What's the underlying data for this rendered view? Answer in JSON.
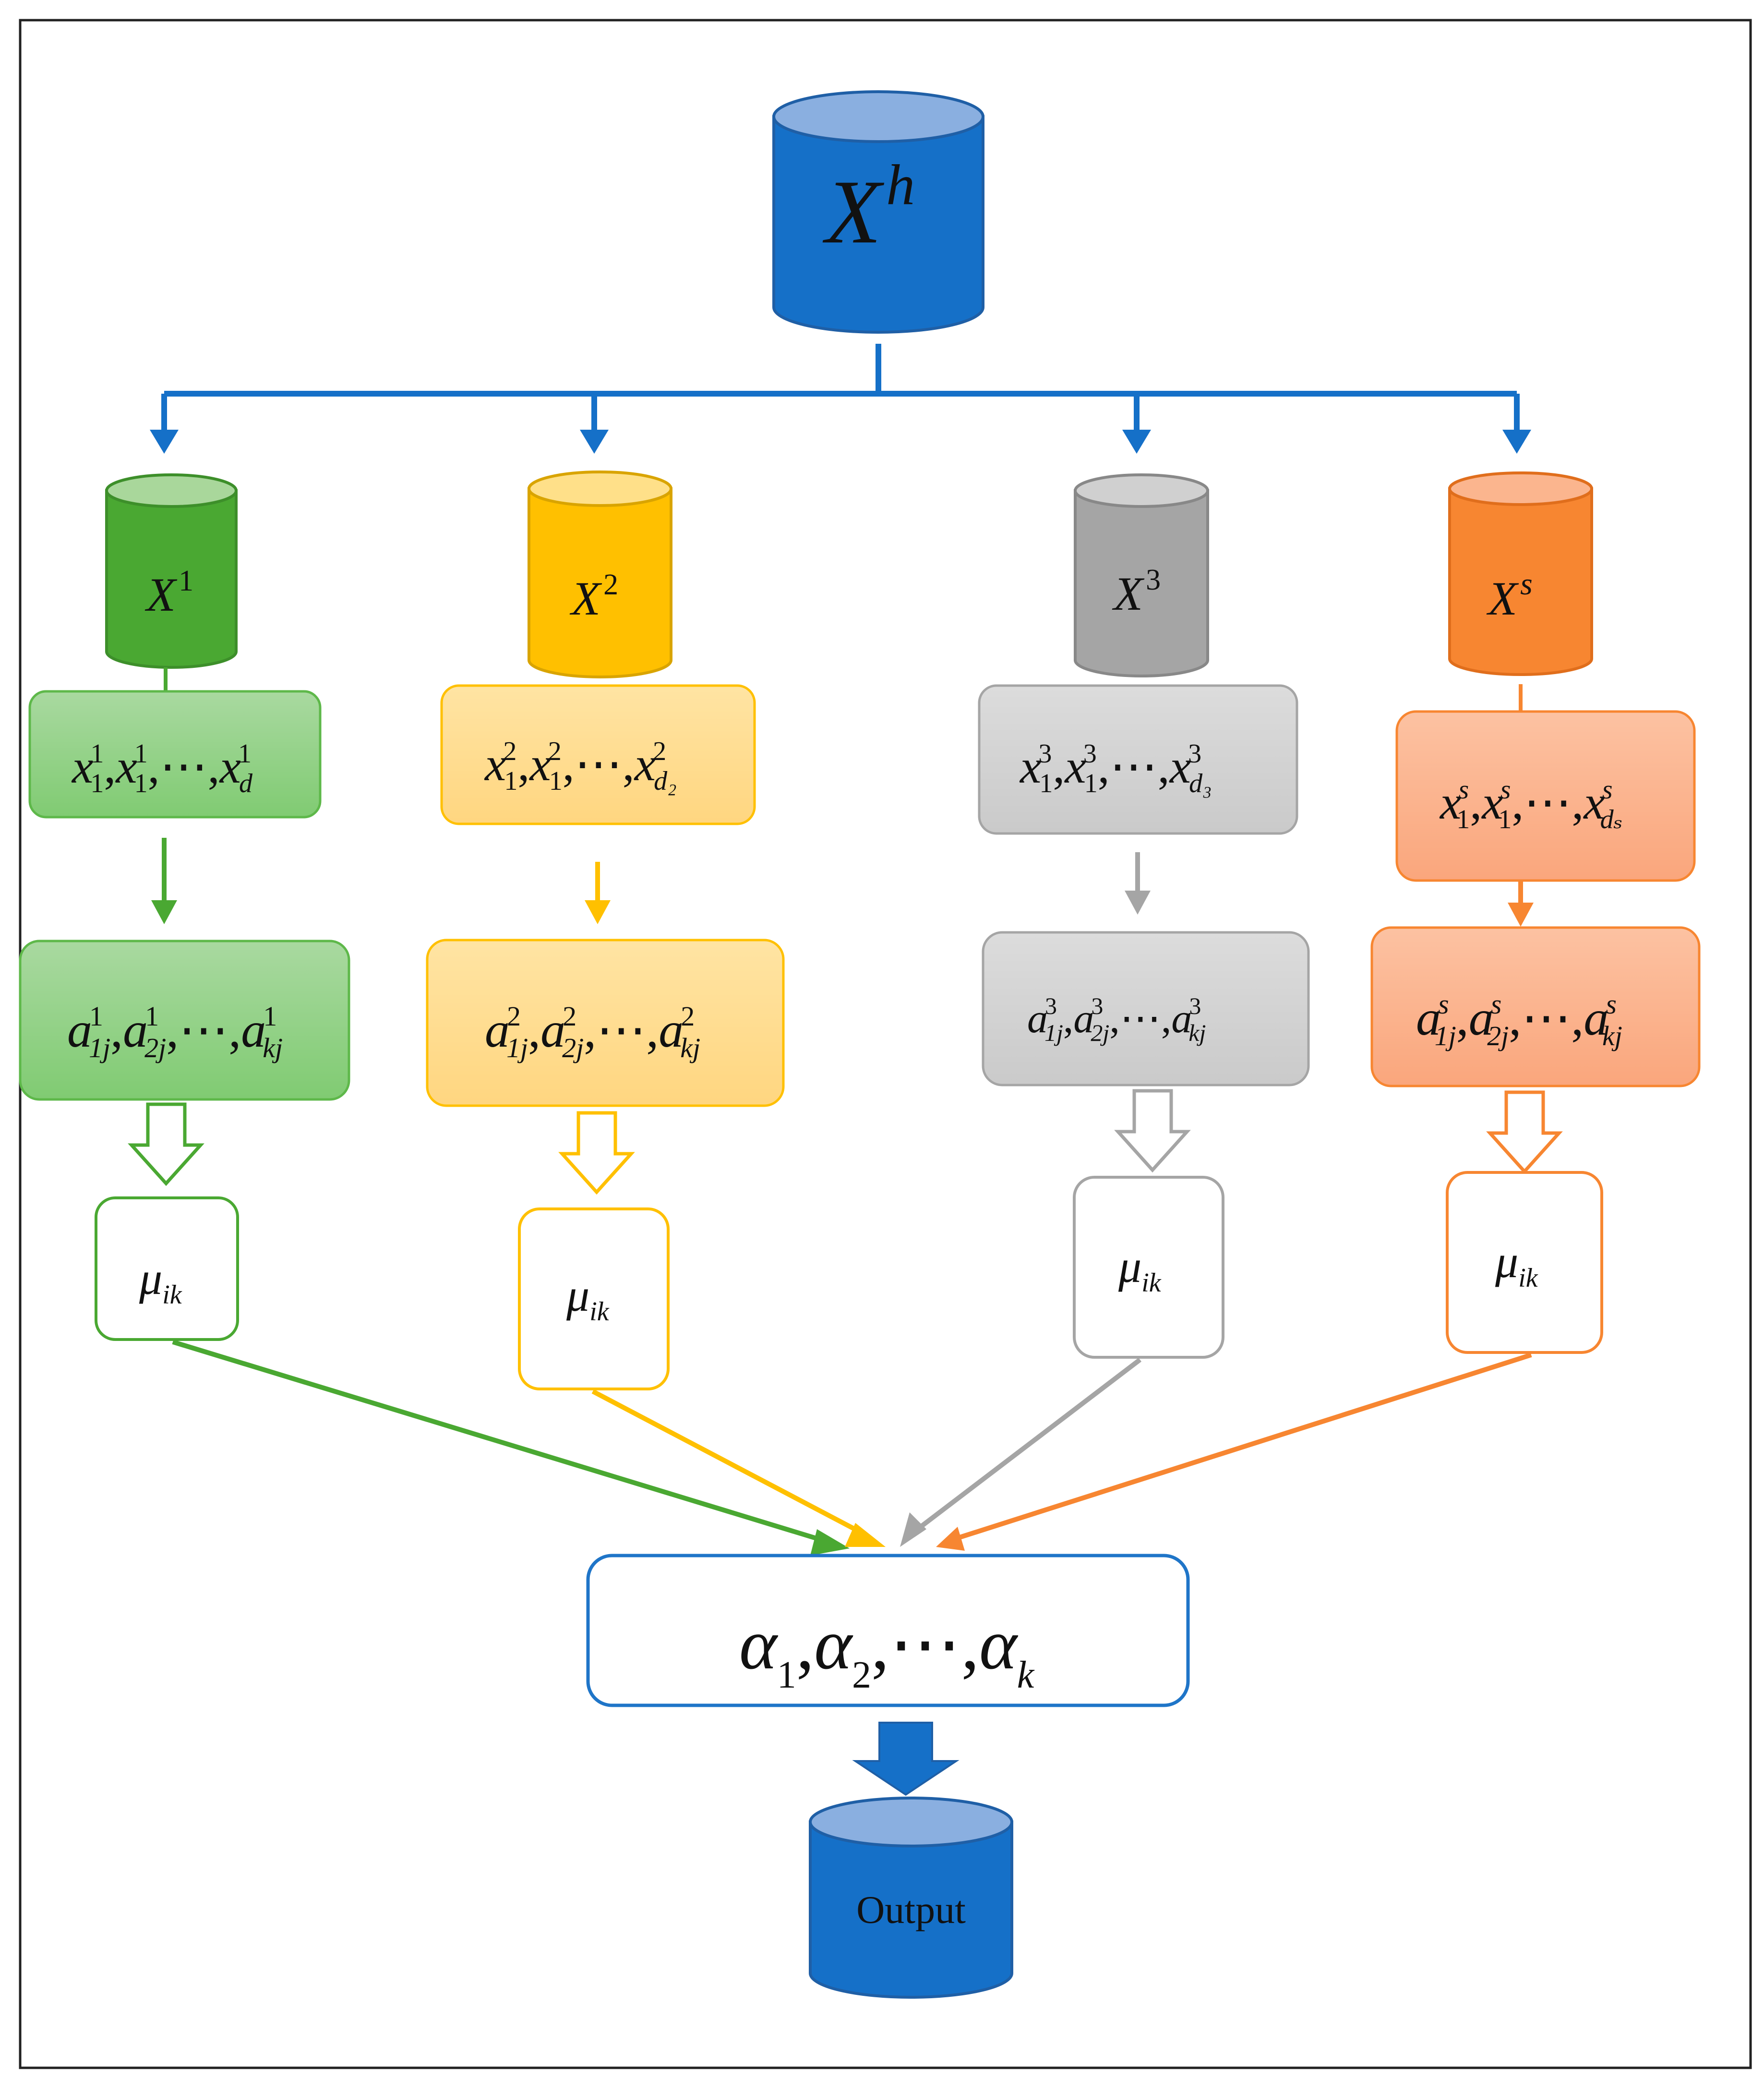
{
  "colors": {
    "blue": "#1570C8",
    "blue_top": "#8AAFE0",
    "blue_stroke": "#1F5FA6",
    "green": "#4AA832",
    "green_top": "#A9D79B",
    "green_box_top": "#A8D8A0",
    "green_box_bottom": "#7FCB73",
    "yellow": "#FFC000",
    "yellow_top": "#FFE089",
    "yellow_box": "#FFDC8C",
    "gray": "#A5A5A5",
    "gray_top": "#D0D0D0",
    "gray_box": "#D2D2D2",
    "orange": "#F78631",
    "orange_top": "#FBB58E",
    "orange_box": "#FBB28E",
    "arrow_green": "#4AA832",
    "arrow_yellow": "#FFC000",
    "arrow_gray": "#A5A5A5",
    "arrow_orange": "#F78631"
  },
  "source": {
    "base": "X",
    "sup": "h"
  },
  "branches": [
    {
      "id": "1",
      "color": "green",
      "db": {
        "base": "X",
        "sup": "1"
      },
      "features": [
        {
          "b": "x",
          "sup": "1",
          "sub": "1"
        },
        {
          "b": "x",
          "sup": "1",
          "sub": "1"
        },
        {
          "b": "x",
          "sup": "1",
          "sub": "d"
        }
      ],
      "coeffs": [
        {
          "b": "a",
          "sup": "1",
          "sub": "1j"
        },
        {
          "b": "a",
          "sup": "1",
          "sub": "2j"
        },
        {
          "b": "a",
          "sup": "1",
          "sub": "kj"
        }
      ],
      "mu": {
        "b": "μ",
        "sub": "ik"
      }
    },
    {
      "id": "2",
      "color": "yellow",
      "db": {
        "base": "X",
        "sup": "2"
      },
      "features": [
        {
          "b": "x",
          "sup": "2",
          "sub": "1"
        },
        {
          "b": "x",
          "sup": "2",
          "sub": "1"
        },
        {
          "b": "x",
          "sup": "2",
          "sub": "d₂"
        }
      ],
      "coeffs": [
        {
          "b": "a",
          "sup": "2",
          "sub": "1j"
        },
        {
          "b": "a",
          "sup": "2",
          "sub": "2j"
        },
        {
          "b": "a",
          "sup": "2",
          "sub": "kj"
        }
      ],
      "mu": {
        "b": "μ",
        "sub": "ik"
      }
    },
    {
      "id": "3",
      "color": "gray",
      "db": {
        "base": "X",
        "sup": "3"
      },
      "features": [
        {
          "b": "x",
          "sup": "3",
          "sub": "1"
        },
        {
          "b": "x",
          "sup": "3",
          "sub": "1"
        },
        {
          "b": "x",
          "sup": "3",
          "sub": "d₃"
        }
      ],
      "coeffs": [
        {
          "b": "a",
          "sup": "3",
          "sub": "1j"
        },
        {
          "b": "a",
          "sup": "3",
          "sub": "2j"
        },
        {
          "b": "a",
          "sup": "3",
          "sub": "kj"
        }
      ],
      "mu": {
        "b": "μ",
        "sub": "ik"
      }
    },
    {
      "id": "s",
      "color": "orange",
      "db": {
        "base": "X",
        "sup": "s"
      },
      "features": [
        {
          "b": "x",
          "sup": "s",
          "sub": "1"
        },
        {
          "b": "x",
          "sup": "s",
          "sub": "1"
        },
        {
          "b": "x",
          "sup": "s",
          "sub": "dₛ"
        }
      ],
      "coeffs": [
        {
          "b": "a",
          "sup": "s",
          "sub": "1j"
        },
        {
          "b": "a",
          "sup": "s",
          "sub": "2j"
        },
        {
          "b": "a",
          "sup": "s",
          "sub": "kj"
        }
      ],
      "mu": {
        "b": "μ",
        "sub": "ik"
      }
    }
  ],
  "ellipsis": "⋯",
  "combine": [
    {
      "b": "α",
      "sub": "1"
    },
    {
      "b": "α",
      "sub": "2"
    },
    {
      "b": "α",
      "sub": "k"
    }
  ],
  "output": {
    "label": "Output"
  }
}
